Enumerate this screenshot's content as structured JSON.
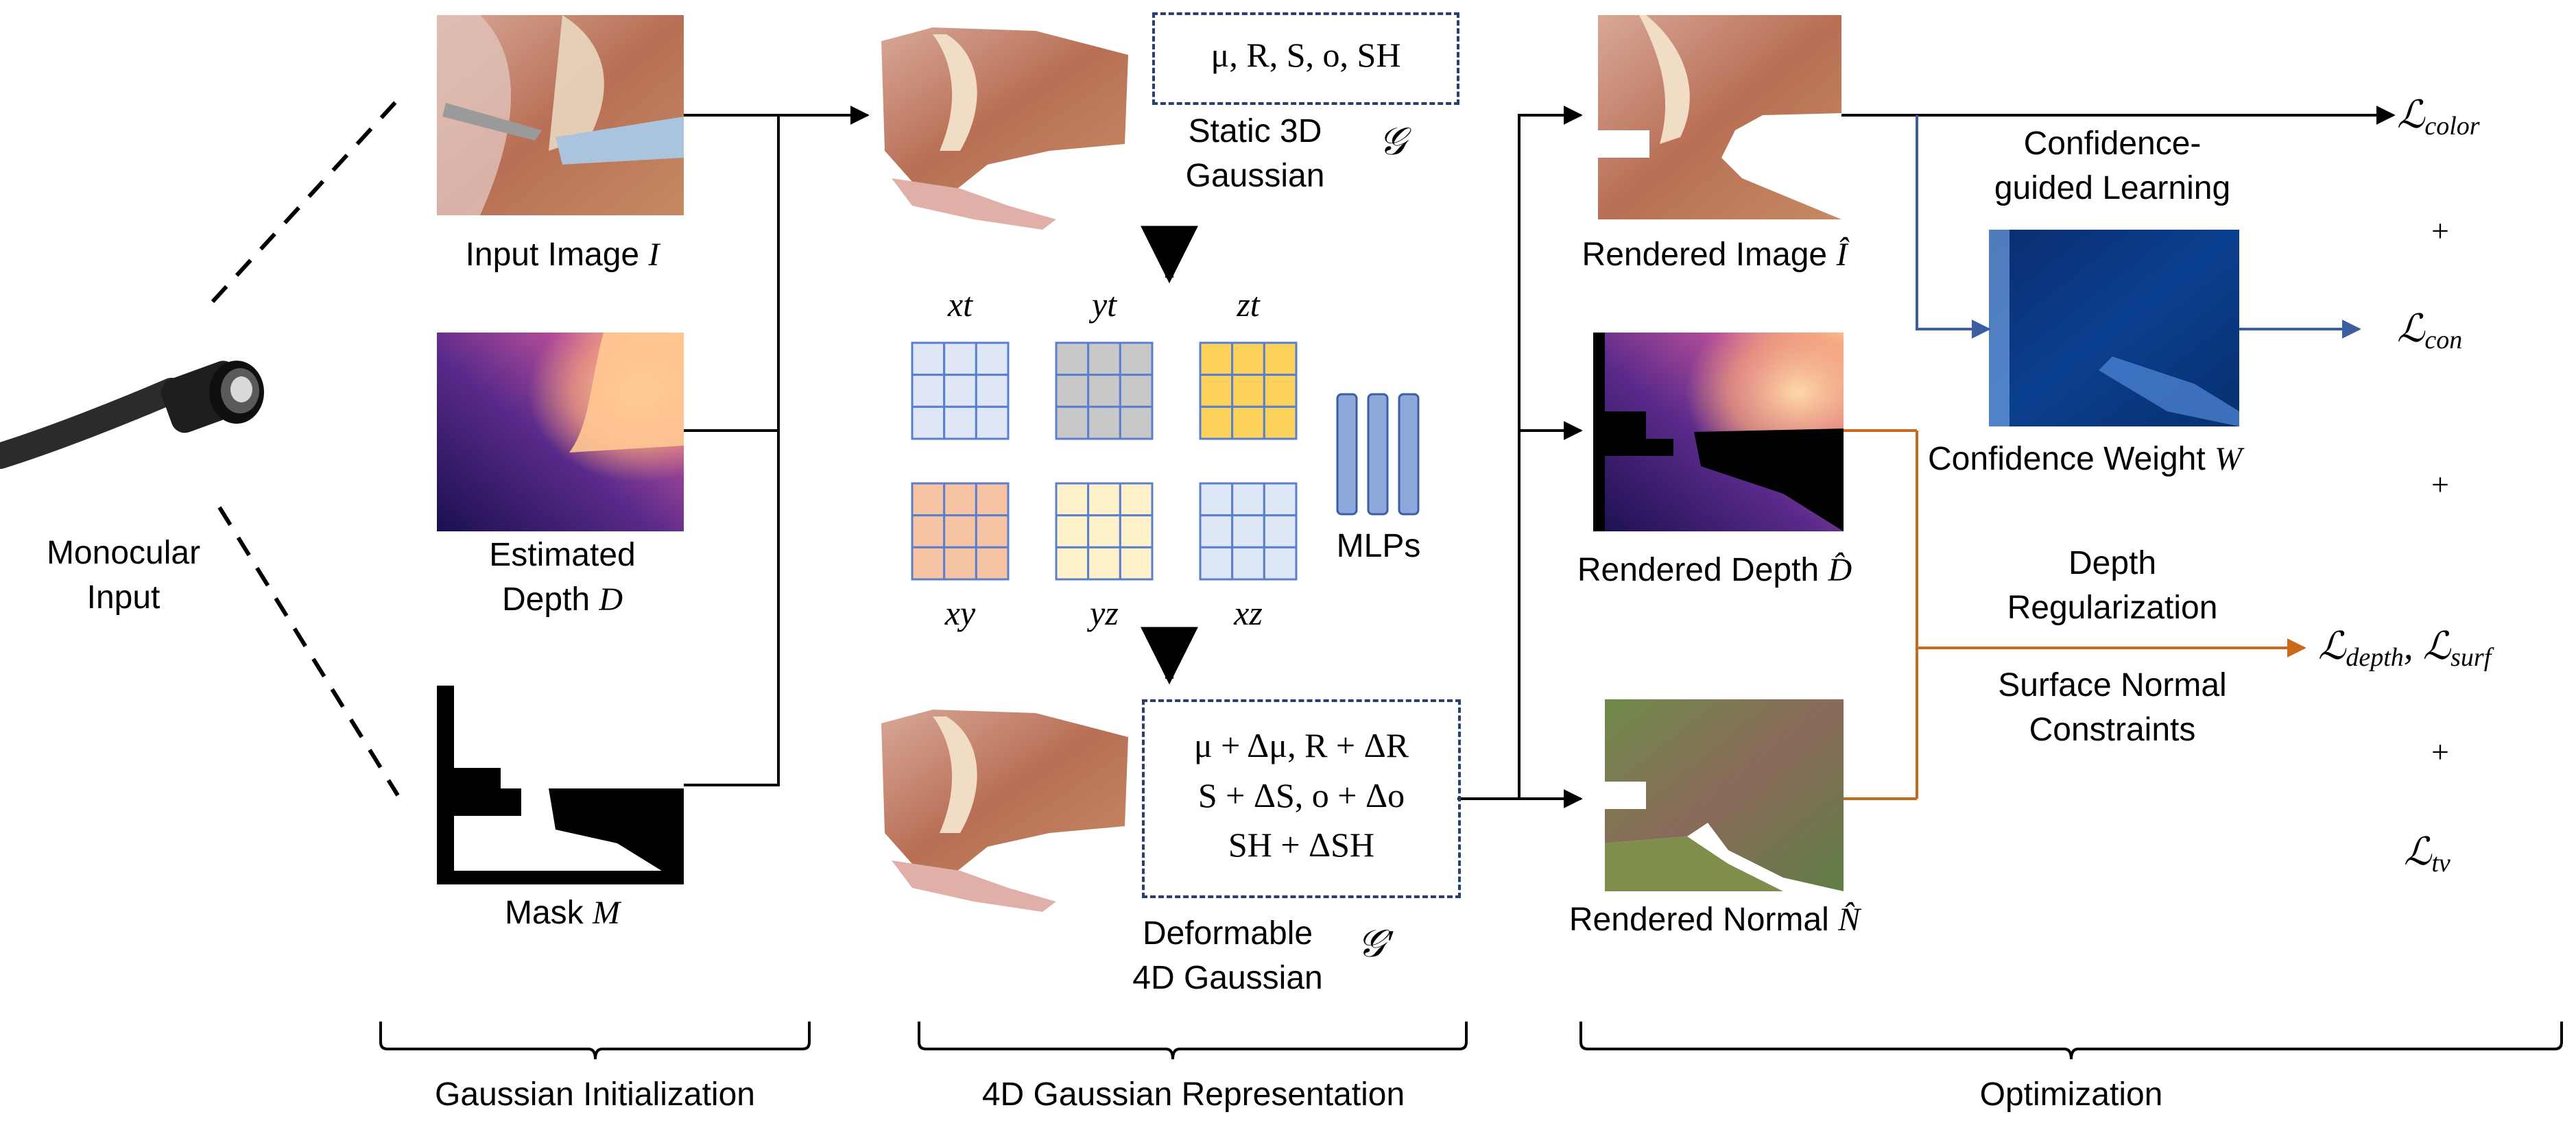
{
  "left": {
    "input_label_1": "Monocular",
    "input_label_2": "Input"
  },
  "init": {
    "input_image": "Input Image ",
    "input_image_var": "I",
    "estimated_1": "Estimated",
    "estimated_2": "Depth ",
    "estimated_var": "D",
    "mask": "Mask ",
    "mask_var": "M"
  },
  "rep": {
    "static_formula": "μ, R, S, o, SH",
    "static_1": "Static 3D",
    "static_2": "Gaussian",
    "static_sym": "𝒢",
    "planes_top": [
      "xt",
      "yt",
      "zt"
    ],
    "planes_bottom": [
      "xy",
      "yz",
      "xz"
    ],
    "mlps": "MLPs",
    "deform_line1": "μ +  Δμ, R + ΔR",
    "deform_line2": "S + ΔS, o + Δo",
    "deform_line3": "SH + ΔSH",
    "deform_1": "Deformable",
    "deform_2": "4D Gaussian",
    "deform_sym": "𝒢′"
  },
  "opt": {
    "rendered_image": "Rendered Image ",
    "rendered_image_var": "Î",
    "rendered_depth": "Rendered Depth ",
    "rendered_depth_var": "D̂",
    "rendered_normal": "Rendered Normal ",
    "rendered_normal_var": "N̂",
    "conf_1": "Confidence-",
    "conf_2": "guided Learning",
    "conf_weight": "Confidence Weight ",
    "conf_weight_var": "W",
    "depth_reg_1": "Depth",
    "depth_reg_2": "Regularization",
    "surf_1": "Surface Normal",
    "surf_2": "Constraints"
  },
  "losses": {
    "color": "color",
    "con": "con",
    "depth": "depth",
    "surf": "surf",
    "tv": "tv",
    "plus": "+"
  },
  "sections": {
    "s1": "Gaussian Initialization",
    "s2": "4D Gaussian Representation",
    "s3": "Optimization"
  },
  "colors": {
    "blue_arrow": "#3b5fa0",
    "orange_arrow": "#c8691c",
    "dash_box": "#2a3f6e",
    "plane_blue": "#dfe6f5",
    "plane_gray": "#c8c8c8",
    "plane_yellow": "#fcd25a",
    "plane_orange": "#f6c4a3",
    "plane_cream": "#fff1c9",
    "plane_lightblue": "#dde7f6",
    "mlp_fill": "#8fa8dc"
  },
  "icons": {
    "camera": "endoscope-camera-icon"
  }
}
